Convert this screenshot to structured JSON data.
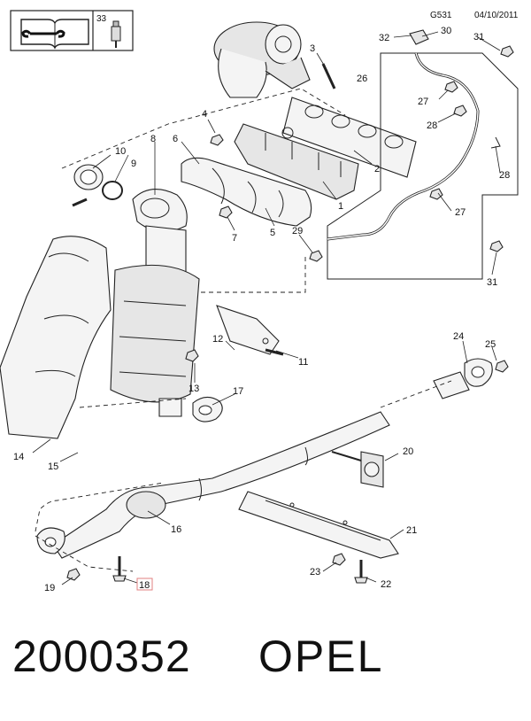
{
  "header": {
    "code": "G531",
    "date": "04/10/2011",
    "manual_icon": "manual-wrench-icon",
    "sensor_ref": "33"
  },
  "callouts": {
    "c1": "1",
    "c2": "2",
    "c3": "3",
    "c4": "4",
    "c5": "5",
    "c6": "6",
    "c7": "7",
    "c8": "8",
    "c9": "9",
    "c10": "10",
    "c11": "11",
    "c12": "12",
    "c13": "13",
    "c14": "14",
    "c15": "15",
    "c16": "16",
    "c17": "17",
    "c18": "18",
    "c19": "19",
    "c20": "20",
    "c21": "21",
    "c22": "22",
    "c23": "23",
    "c24": "24",
    "c25": "25",
    "c26": "26",
    "c27a": "27",
    "c27b": "27",
    "c28a": "28",
    "c28b": "28",
    "c29": "29",
    "c30": "30",
    "c31a": "31",
    "c31b": "31",
    "c32": "32"
  },
  "highlight": {
    "callout": "18",
    "color": "#e08080"
  },
  "footer": {
    "part_number": "2000352",
    "brand": "OPEL"
  }
}
